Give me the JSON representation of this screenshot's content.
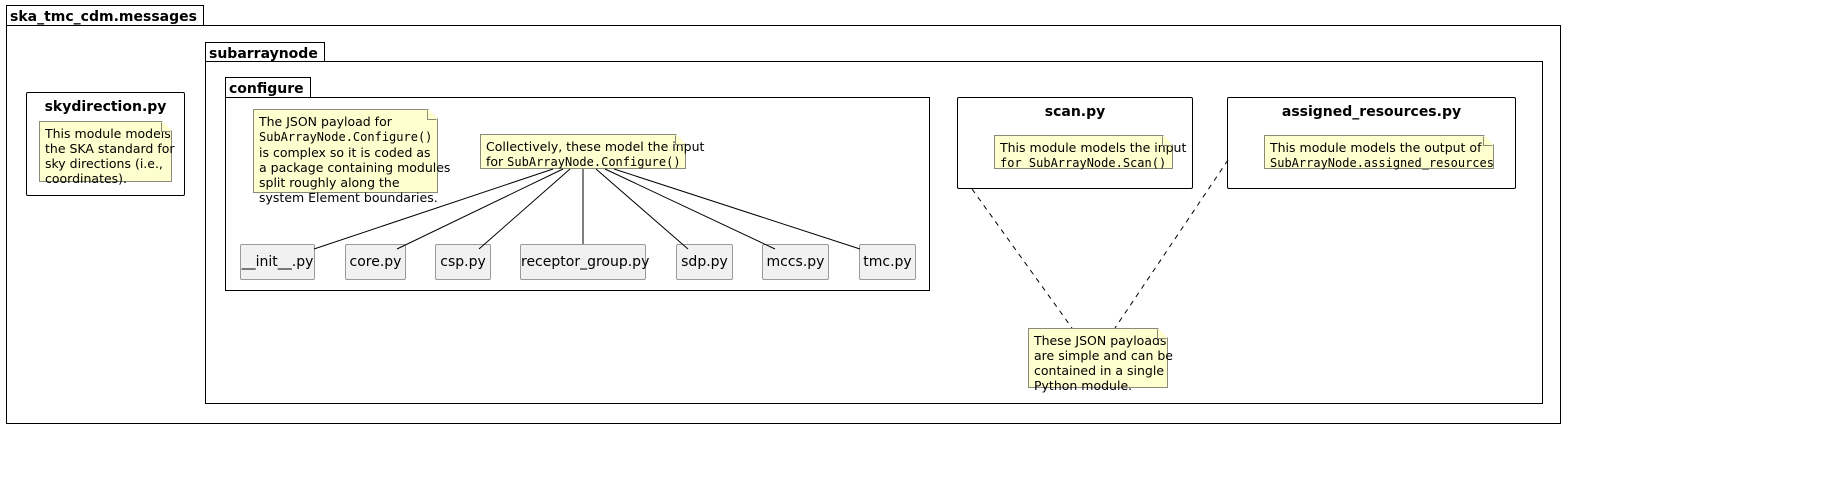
{
  "packages": {
    "root": {
      "label": "ska_tmc_cdm.messages"
    },
    "subarraynode": {
      "label": "subarraynode"
    },
    "configure": {
      "label": "configure"
    }
  },
  "modules": {
    "skydirection": {
      "title": "skydirection.py",
      "note": "This module models\nthe SKA standard for\nsky directions (i.e.,\ncoordinates)."
    },
    "scan": {
      "title": "scan.py",
      "note_line1": "This module models the input",
      "note_line2_code": "for SubArrayNode.Scan()"
    },
    "assigned_resources": {
      "title": "assigned_resources.py",
      "note_line1": "This module models the output of",
      "note_line2_code": "SubArrayNode.assigned_resources"
    }
  },
  "configure_notes": {
    "payload": {
      "line1": "The JSON payload for",
      "line2_code": "SubArrayNode.Configure()",
      "rest": "is complex so it is coded as\na package containing modules\nsplit roughly along the\nsystem Element boundaries."
    },
    "collective": {
      "line1": "Collectively, these model the input",
      "line2_prefix": "for ",
      "line2_code": "SubArrayNode.Configure()"
    }
  },
  "files": [
    "__init__.py",
    "core.py",
    "csp.py",
    "receptor_group.py",
    "sdp.py",
    "mccs.py",
    "tmc.py"
  ],
  "simple_note": "These JSON payloads\nare simple and can be\ncontained in a single\nPython module.",
  "colors": {
    "note_fill": "#fefece",
    "file_fill": "#f1f1f1",
    "line": "#000000"
  }
}
